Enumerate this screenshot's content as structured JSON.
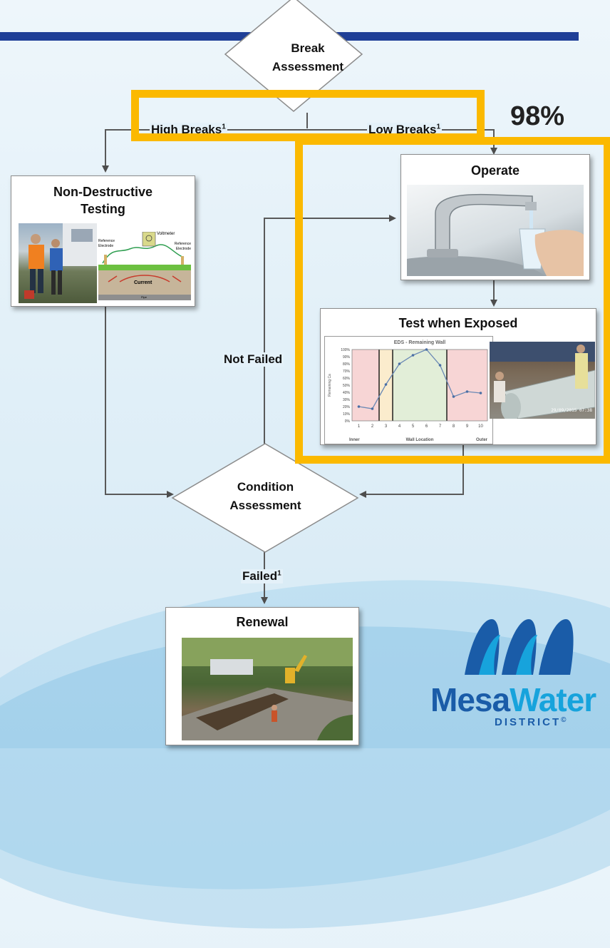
{
  "nodes": {
    "break_assessment": {
      "line1": "Break",
      "line2": "Assessment"
    },
    "condition_assessment": {
      "line1": "Condition",
      "line2": "Assessment"
    },
    "non_destructive": {
      "line1": "Non-Destructive",
      "line2": "Testing"
    },
    "operate": {
      "title": "Operate"
    },
    "test_exposed": {
      "title": "Test when Exposed"
    },
    "renewal": {
      "title": "Renewal"
    }
  },
  "edges": {
    "high_breaks": "High Breaks",
    "low_breaks": "Low Breaks",
    "not_failed": "Not Failed",
    "failed": "Failed",
    "footnote_mark": "1"
  },
  "highlight": {
    "percent": "98%",
    "color": "#fbb900"
  },
  "ndt_figure": {
    "voltmeter": "Voltmeter",
    "ref_electrode_left": "Reference Electrode",
    "ref_electrode_right": "Reference Electrode",
    "current": "Current",
    "pipe": "Pipe"
  },
  "chart_data": {
    "type": "line",
    "title": "EDS - Remaining Wall",
    "xlabel": "Wall Location",
    "ylabel": "Remaining Ca",
    "x": [
      1,
      2,
      3,
      4,
      5,
      6,
      7,
      8,
      9,
      10
    ],
    "values": [
      20,
      17,
      51,
      80,
      92,
      100,
      78,
      34,
      41,
      39
    ],
    "ylim": [
      0,
      100
    ],
    "yticks": [
      "0%",
      "10%",
      "20%",
      "30%",
      "40%",
      "50%",
      "60%",
      "70%",
      "80%",
      "90%",
      "100%"
    ],
    "x_end_labels": {
      "left": "Inner",
      "right": "Outer"
    },
    "zones": [
      {
        "from": 0.5,
        "to": 2.5,
        "color": "#f7d5d5"
      },
      {
        "from": 2.5,
        "to": 3.5,
        "color": "#fbeccd"
      },
      {
        "from": 3.5,
        "to": 7.5,
        "color": "#e2eed8"
      },
      {
        "from": 7.5,
        "to": 10.5,
        "color": "#f7d5d5"
      }
    ],
    "dividers": [
      2.5,
      3.5,
      7.5
    ],
    "line_color": "#6b89b5"
  },
  "photo_timestamp": "29/09/2015 07:38",
  "logo": {
    "word1": "Mesa",
    "word2": "Water",
    "sub": "DISTRICT",
    "mark": "©",
    "color1": "#1a5ca8",
    "color2": "#17a3dc"
  }
}
